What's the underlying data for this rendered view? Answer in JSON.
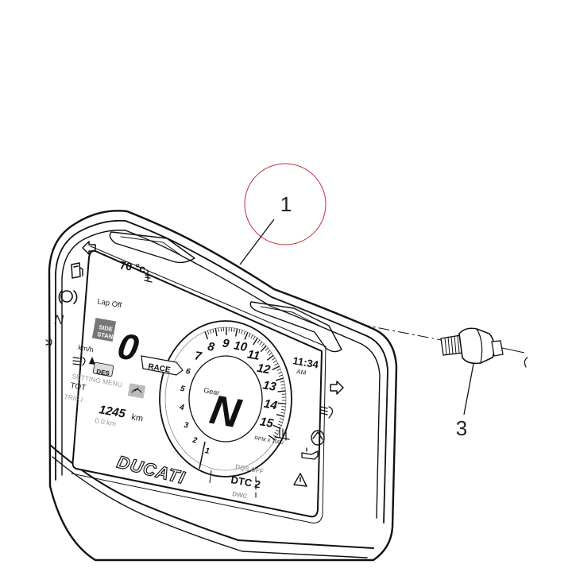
{
  "callouts": {
    "part_1": "1",
    "part_3": "3"
  },
  "display": {
    "coolant_temp": "70 °c",
    "lap": "Lap Off",
    "side_stand": [
      "SIDE",
      "STAND"
    ],
    "speed": "0",
    "speed_unit": "km/h",
    "des_badge": "DES",
    "setting_menu": "SETTING MENU",
    "tot_label": "TOT",
    "trip_label": "TRIP I",
    "odometer": "1245",
    "odometer_unit": "km",
    "trip_value": "0.0 km",
    "mode": "RACE",
    "rpm_ticks": [
      "1",
      "2",
      "3",
      "4",
      "5",
      "6",
      "7",
      "8",
      "9",
      "10",
      "11",
      "12",
      "13",
      "14",
      "15"
    ],
    "gear_label": "Gear",
    "gear": "N",
    "clock": "11:34",
    "clock_ampm": "AM",
    "rpm_unit": "RPM X 1000",
    "dqs": "DQS OFF",
    "dtc": "DTC 2",
    "dwc": "DWC",
    "brand": "DUCATI",
    "neutral_indicator": "N"
  },
  "colors": {
    "callout_circle": "#c8283c",
    "ink": "#111111",
    "lcd_grey": "#9a9a9a"
  }
}
